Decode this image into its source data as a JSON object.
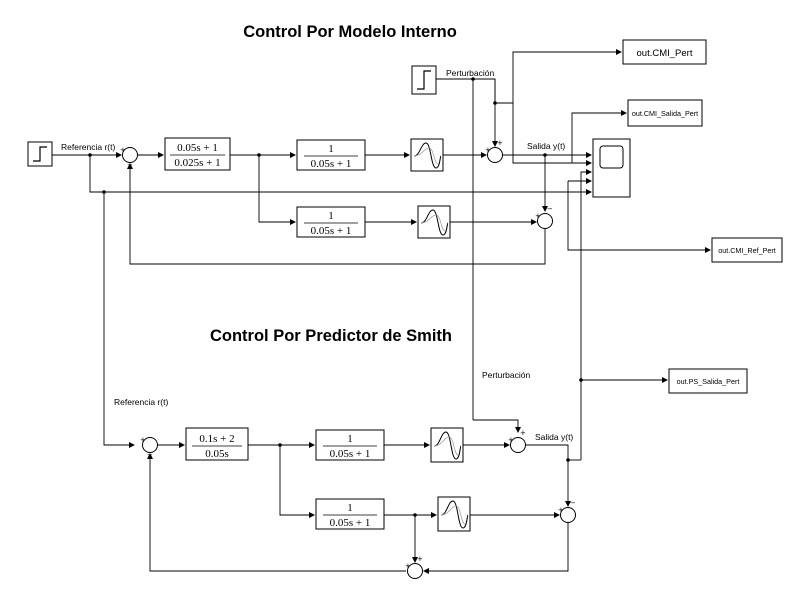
{
  "titles": {
    "cmi": "Control Por Modelo Interno",
    "smith": "Control Por Predictor de Smith"
  },
  "labels": {
    "referencia_top": "Referencia r(t)",
    "referencia_bottom": "Referencia r(t)",
    "perturbacion_top": "Perturbación",
    "perturbacion_bottom": "Perturbación",
    "salida_top": "Salida y(t)",
    "salida_bottom": "Salida y(t)"
  },
  "outputs": {
    "cmi_pert": "out.CMI_Pert",
    "cmi_salida_pert": "out.CMI_Salida_Pert",
    "cmi_ref_pert": "out.CMI_Ref_Pert",
    "ps_salida_pert": "out.PS_Salida_Pert"
  },
  "blocks": {
    "cmi_controller": {
      "num": "0.05s + 1",
      "den": "0.025s + 1"
    },
    "cmi_plant": {
      "num": "1",
      "den": "0.05s + 1"
    },
    "cmi_model": {
      "num": "1",
      "den": "0.05s + 1"
    },
    "ps_controller": {
      "num": "0.1s + 2",
      "den": "0.05s"
    },
    "ps_plant": {
      "num": "1",
      "den": "0.05s + 1"
    },
    "ps_model": {
      "num": "1",
      "den": "0.05s + 1"
    }
  },
  "sum_signs": {
    "cmi_error": {
      "a": "+",
      "b": "−"
    },
    "cmi_pert": {
      "a": "+",
      "b": "+"
    },
    "cmi_model_err": {
      "a": "+",
      "b": "−"
    },
    "ps_error": {
      "a": "+",
      "b": "−"
    },
    "ps_pert": {
      "a": "+",
      "b": "+"
    },
    "ps_model_err": {
      "a": "+",
      "b": "−"
    },
    "ps_feedback": {
      "a": "+",
      "b": "+"
    }
  },
  "icons": {
    "step": "step-source-icon",
    "delay": "transport-delay-icon",
    "scope": "scope-icon"
  }
}
